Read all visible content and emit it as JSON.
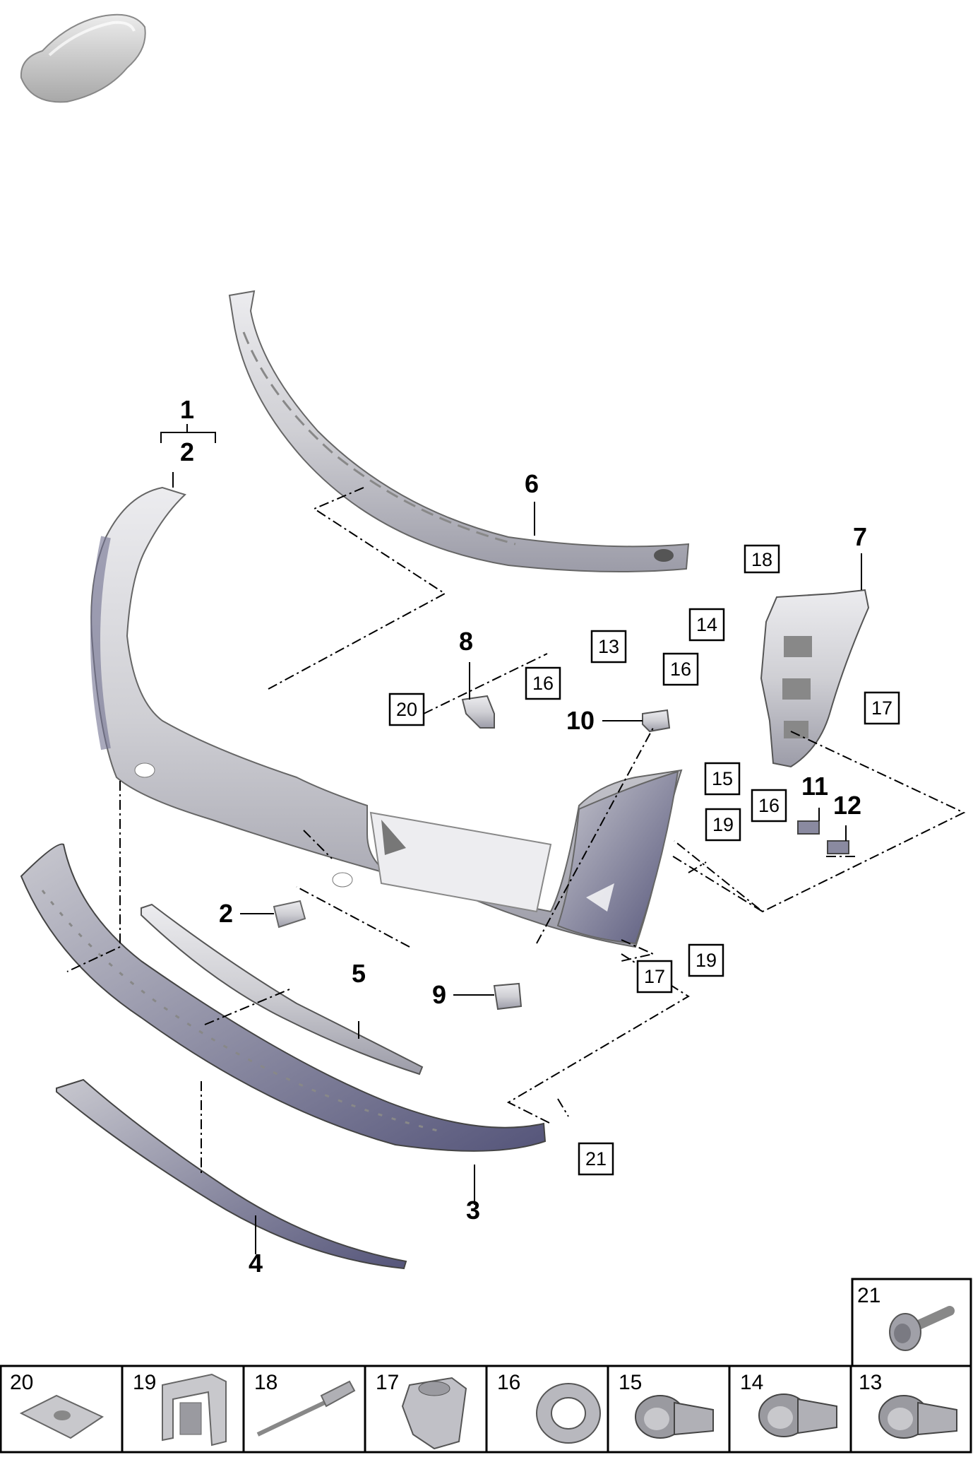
{
  "callouts": {
    "c1": "1",
    "c2a": "2",
    "c2b": "2",
    "c3": "3",
    "c4": "4",
    "c5": "5",
    "c6": "6",
    "c7": "7",
    "c8": "8",
    "c9": "9",
    "c10": "10",
    "c11": "11",
    "c12": "12"
  },
  "boxed_callouts": {
    "b13": "13",
    "b14": "14",
    "b15": "15",
    "b16a": "16",
    "b16b": "16",
    "b16c": "16",
    "b17a": "17",
    "b17b": "17",
    "b18": "18",
    "b19a": "19",
    "b19b": "19",
    "b20": "20",
    "b21": "21"
  },
  "legend": [
    {
      "number": "20",
      "icon": "speed-nut-clip-icon"
    },
    {
      "number": "19",
      "icon": "bracket-clip-icon"
    },
    {
      "number": "18",
      "icon": "blind-rivet-icon"
    },
    {
      "number": "17",
      "icon": "expansion-clip-icon"
    },
    {
      "number": "16",
      "icon": "sensor-retaining-ring-icon"
    },
    {
      "number": "15",
      "icon": "parking-sensor-icon"
    },
    {
      "number": "14",
      "icon": "parking-sensor-icon"
    },
    {
      "number": "13",
      "icon": "parking-sensor-icon"
    },
    {
      "number": "21",
      "icon": "torx-bolt-icon"
    }
  ],
  "colors": {
    "part_light": "#d9d9dc",
    "part_mid": "#b3b3b8",
    "part_dark": "#7a7a88",
    "part_shadow": "#4a4a66"
  }
}
